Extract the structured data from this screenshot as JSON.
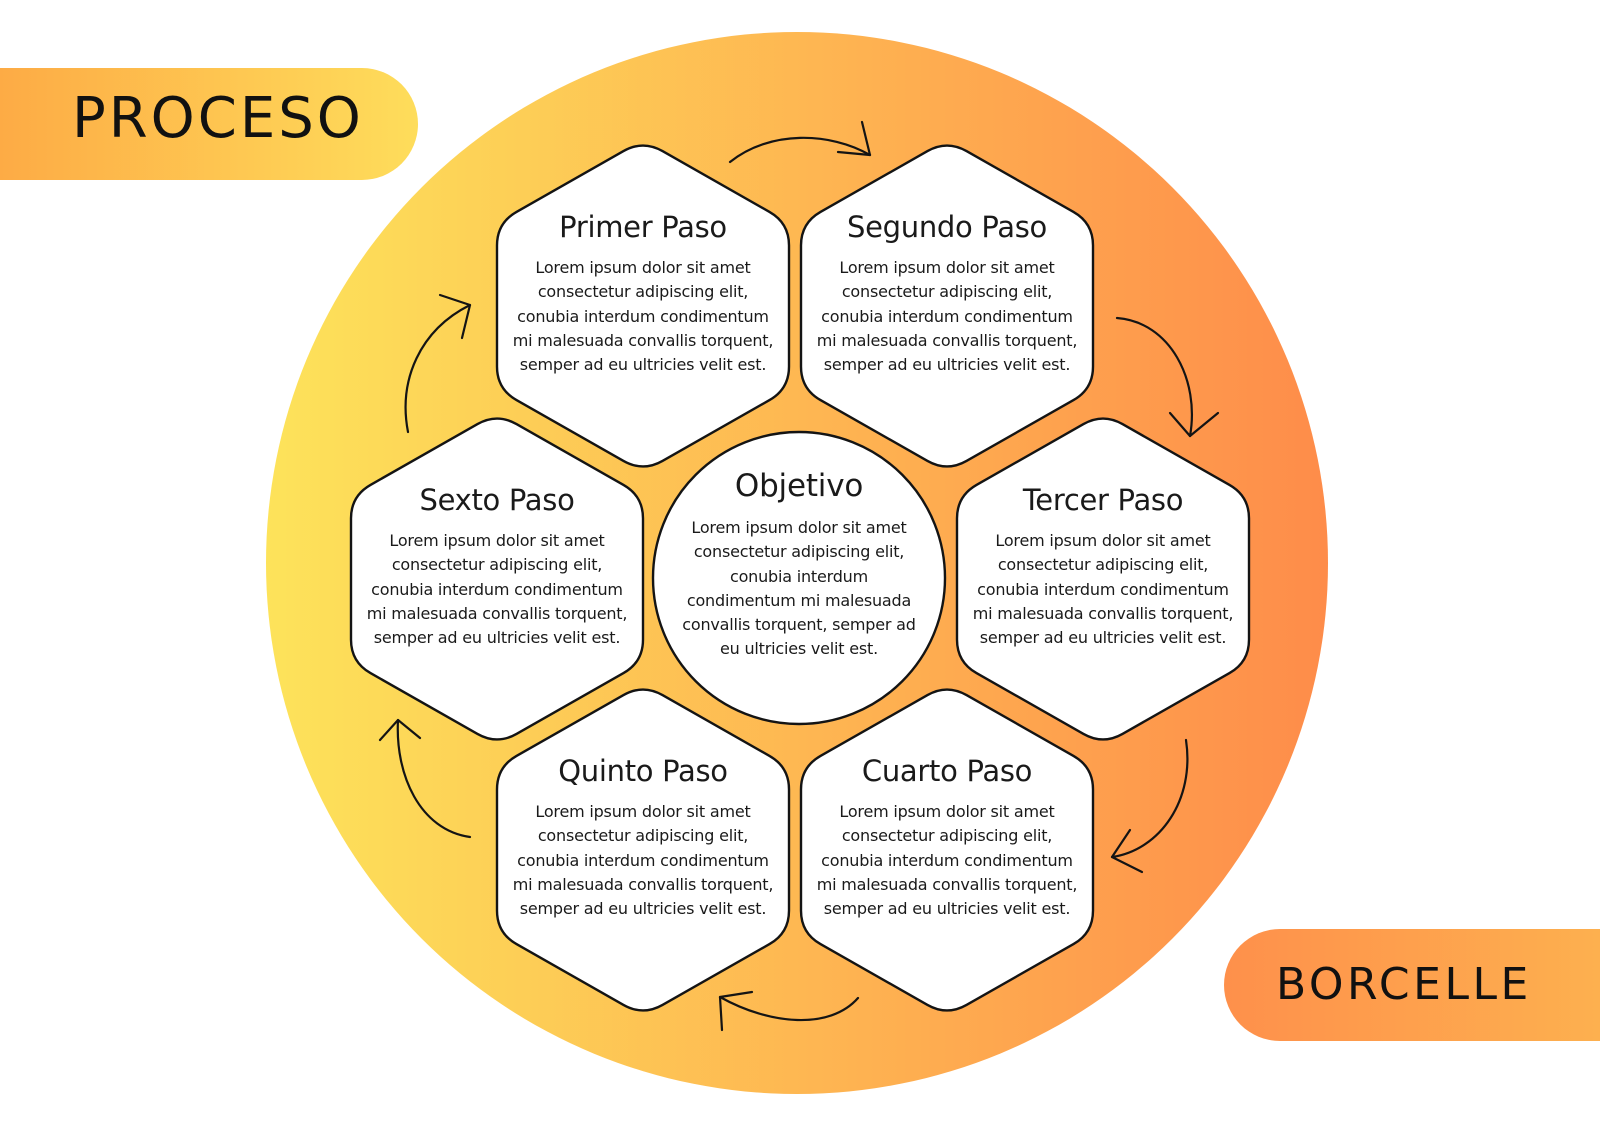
{
  "header": {
    "title": "PROCESO"
  },
  "footer": {
    "brand": "BORCELLE"
  },
  "center": {
    "title": "Objetivo",
    "body": "Lorem ipsum dolor sit amet consectetur adipiscing elit, conubia interdum condimentum mi malesuada convallis torquent, semper ad eu ultricies velit est."
  },
  "steps": [
    {
      "title": "Primer Paso",
      "body": "Lorem ipsum dolor sit amet consectetur adipiscing elit, conubia interdum condimentum mi malesuada convallis torquent, semper ad eu ultricies velit est."
    },
    {
      "title": "Segundo Paso",
      "body": "Lorem ipsum dolor sit amet consectetur adipiscing elit, conubia interdum condimentum mi malesuada convallis torquent, semper ad eu ultricies velit est."
    },
    {
      "title": "Tercer Paso",
      "body": "Lorem ipsum dolor sit amet consectetur adipiscing elit, conubia interdum condimentum mi malesuada convallis torquent, semper ad eu ultricies velit est."
    },
    {
      "title": "Cuarto Paso",
      "body": "Lorem ipsum dolor sit amet consectetur adipiscing elit, conubia interdum condimentum mi malesuada convallis torquent, semper ad eu ultricies velit est."
    },
    {
      "title": "Quinto Paso",
      "body": "Lorem ipsum dolor sit amet consectetur adipiscing elit, conubia interdum condimentum mi malesuada convallis torquent, semper ad eu ultricies velit est."
    },
    {
      "title": "Sexto Paso",
      "body": "Lorem ipsum dolor sit amet consectetur adipiscing elit, conubia interdum condimentum mi malesuada convallis torquent, semper ad eu ultricies velit est."
    }
  ],
  "colors": {
    "gradient_start": "#fde35a",
    "gradient_end": "#fe8c4a",
    "outline": "#141414",
    "shape_fill": "#ffffff"
  }
}
